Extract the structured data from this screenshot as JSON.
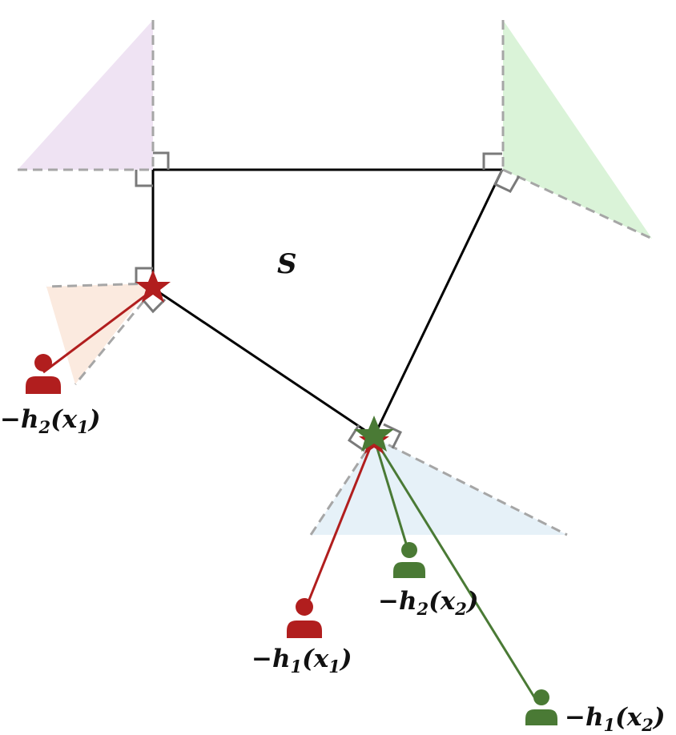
{
  "diagram": {
    "set_label": "S",
    "labels": {
      "h2_x1": {
        "prefix": "−h",
        "sub1": "2",
        "mid": "(x",
        "sub2": "1",
        "suffix": ")"
      },
      "h1_x1": {
        "prefix": "−h",
        "sub1": "1",
        "mid": "(x",
        "sub2": "1",
        "suffix": ")"
      },
      "h2_x2": {
        "prefix": "−h",
        "sub1": "2",
        "mid": "(x",
        "sub2": "2",
        "suffix": ")"
      },
      "h1_x2": {
        "prefix": "−h",
        "sub1": "1",
        "mid": "(x",
        "sub2": "2",
        "suffix": ")"
      }
    },
    "colors": {
      "red": "#b11e1e",
      "green": "#4a7a35",
      "edge": "#000000",
      "cone_edge": "#a6a6a6",
      "right_angle": "#7a7a7a",
      "cone_purple": "#efe3f3",
      "cone_green": "#daf3d8",
      "cone_orange": "#fbeadf",
      "cone_blue": "#e6f1f8"
    },
    "icons": {
      "person": "person-icon",
      "star": "star-icon"
    }
  }
}
